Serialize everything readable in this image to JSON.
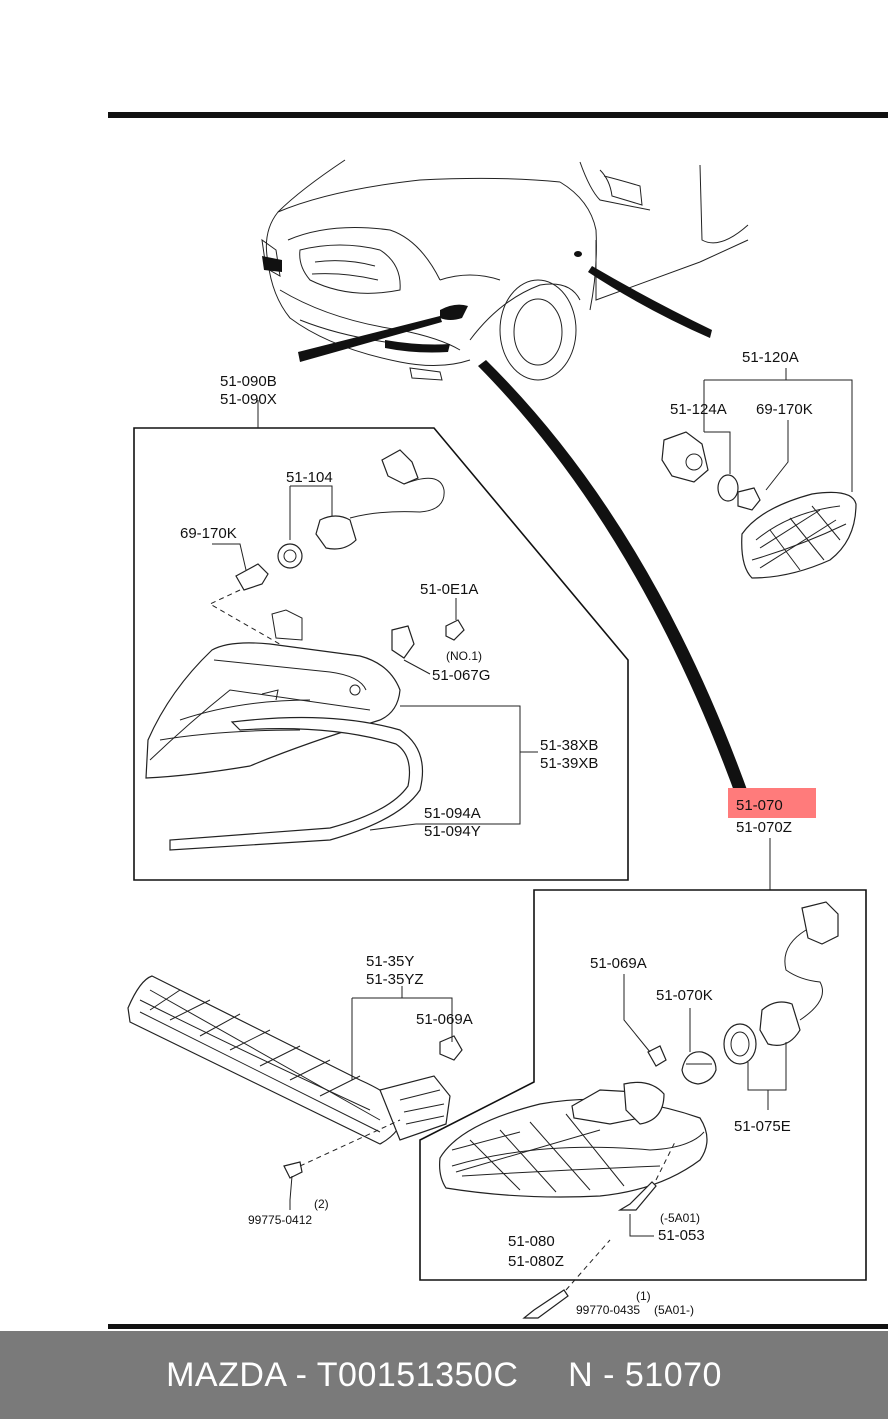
{
  "labels": {
    "l_51090": [
      "51-090B",
      "51-090X"
    ],
    "l_51104": "51-104",
    "l_69170k_a": "69-170K",
    "l_510e1a": "51-0E1A",
    "l_no1": "(NO.1)",
    "l_51067g": "51-067G",
    "l_5138": [
      "51-38XB",
      "51-39XB"
    ],
    "l_51094": [
      "51-094A",
      "51-094Y"
    ],
    "l_51120a": "51-120A",
    "l_51124a": "51-124A",
    "l_69170k_b": "69-170K",
    "l_51070": [
      "51-070",
      "51-070Z"
    ],
    "l_5135": [
      "51-35Y",
      "51-35YZ"
    ],
    "l_51069a_a": "51-069A",
    "l_51069a_b": "51-069A",
    "l_51070k": "51-070K",
    "l_51075e": "51-075E",
    "l_99775": [
      "(2)",
      "99775-0412"
    ],
    "l_51053": [
      "(-5A01)",
      "51-053"
    ],
    "l_51080": [
      "51-080",
      "51-080Z"
    ],
    "l_99770": [
      "(1)",
      "99770-0435",
      "(5A01-)"
    ]
  },
  "highlight_color": "#ff7b7b",
  "footer": {
    "text": "MAZDA - T00151350C     N - 51070",
    "background": "#7a7a7a"
  }
}
